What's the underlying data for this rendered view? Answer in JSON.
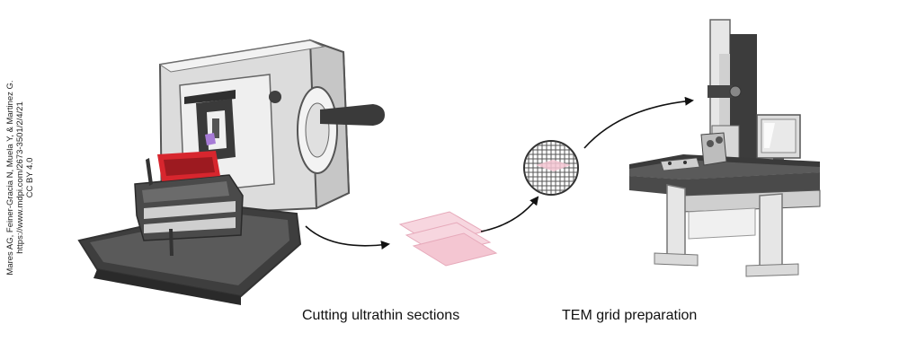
{
  "credit": {
    "line1": "Mares AG, Feiner-Gracia N, Muela Y, & Martinez G.",
    "line2": "https://www.mdpi.com/2673-3501/2/4/21",
    "line3": "CC BY 4.0"
  },
  "captions": {
    "step1": "Cutting ultrathin sections",
    "step2": "TEM grid preparation"
  },
  "illustrations": {
    "microtome": "ultramicrotome-illustration",
    "sections": "ultrathin-sections-illustration",
    "grid": "tem-grid-illustration",
    "microscope": "transmission-electron-microscope-illustration"
  },
  "colors": {
    "body_light": "#ececec",
    "body_mid": "#cfcfcf",
    "body_dark": "#4a4a4a",
    "accent_red": "#d7262e",
    "section_pink": "#f4c6d2",
    "sample_purple": "#a77bd6",
    "arrow": "#111111"
  }
}
